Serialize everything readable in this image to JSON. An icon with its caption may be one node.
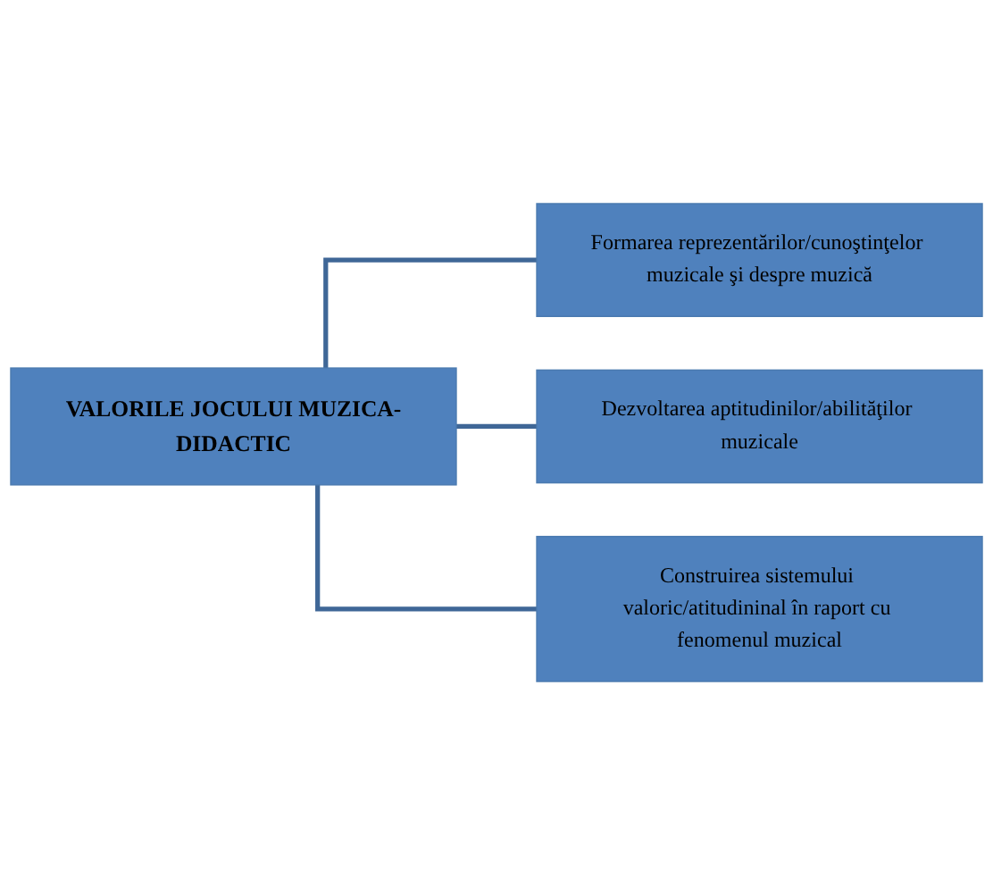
{
  "diagram": {
    "nodes": [
      {
        "text": [
          "VALORILE JOCULUI MUZICA-DIDACTIC"
        ]
      },
      {
        "text": [
          "Formarea reprezentărilor/cunoştinţelor muzicale şi despre muzică"
        ]
      },
      {
        "text": [
          "Dezvoltarea aptitudinilor/abilităţilor muzicale"
        ]
      },
      {
        "text": [
          "Construirea sistemului valoric/atitudininal în raport cu fenomenul muzical"
        ]
      }
    ],
    "edges": [
      {
        "from": 0,
        "to": 1,
        "arrow": "none"
      },
      {
        "from": 0,
        "to": 2,
        "arrow": "none"
      },
      {
        "from": 0,
        "to": 3,
        "arrow": "none"
      }
    ]
  }
}
